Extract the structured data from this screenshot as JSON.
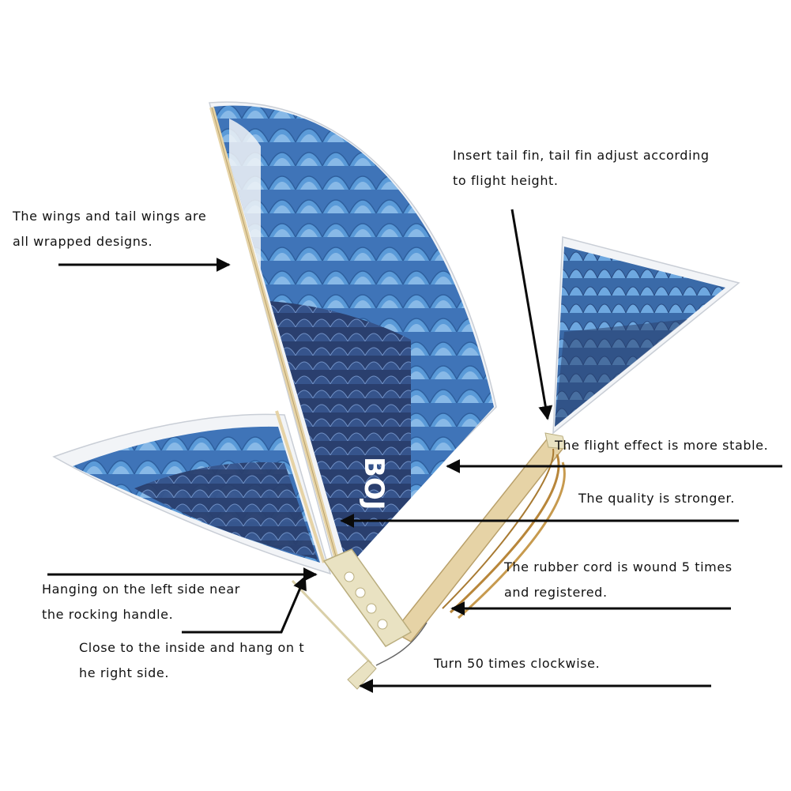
{
  "labels": {
    "wings_wrapped": {
      "line1": "The wings and tail wings are",
      "line2": "all wrapped designs."
    },
    "tail_fin": {
      "line1": "Insert tail fin, tail fin adjust according",
      "line2": "to flight height."
    },
    "flight_stable": {
      "text": "The flight effect is more stable."
    },
    "quality": {
      "text": "The quality is stronger."
    },
    "rubber_cord": {
      "line1": "The rubber cord is wound 5 times",
      "line2": "and registered."
    },
    "hanging_left": {
      "line1": "Hanging on the left side near",
      "line2": "the rocking handle."
    },
    "close_inside": {
      "line1": "Close to the inside and hang on t",
      "line2": "he right side."
    },
    "turn_clockwise": {
      "text": "Turn 50 times clockwise."
    }
  },
  "colors": {
    "feather_light": "#5a9ad8",
    "feather_mid": "#3f74b8",
    "feather_dark": "#2a3f6e",
    "frame_wood": "#e6d3a6",
    "frame_plastic": "#e9e2c2",
    "rubber_band": "#b8863a",
    "wing_film": "#f2f4f7",
    "arrow": "#0a0a0a"
  },
  "wing_text": "BOJ"
}
